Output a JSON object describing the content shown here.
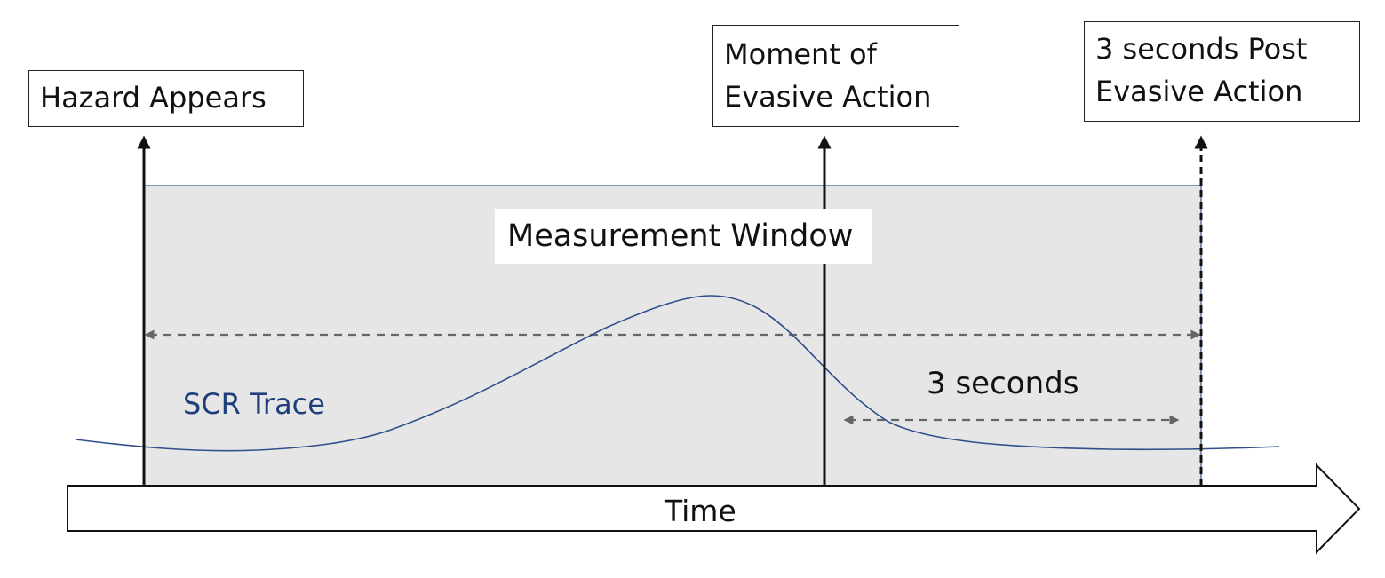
{
  "labels": {
    "hazard": "Hazard Appears",
    "evasive": [
      "Moment of",
      "Evasive Action"
    ],
    "post": [
      "3 seconds Post",
      "Evasive Action"
    ],
    "window": "Measurement Window",
    "trace": "SCR Trace",
    "duration": "3 seconds",
    "axis": "Time"
  },
  "colors": {
    "window_fill": "#e7e6e6",
    "trace": "#2f4f8a",
    "trace_text": "#1f3f7a",
    "marker": "#111111",
    "dashed_arrow": "#666666"
  }
}
